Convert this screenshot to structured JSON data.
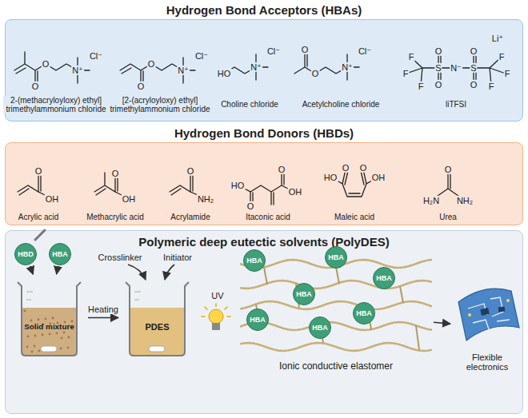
{
  "diagram": {
    "nodes": [
      {
        "text": [
          "Hydrogen Bond Acceptors (HBAs)"
        ]
      },
      {
        "text": [
          "Hydrogen Bond Donors (HBDs)"
        ]
      },
      {
        "text": [
          "Polymeric deep eutectic solvents (PolyDES)"
        ]
      },
      {
        "text": [
          "HBD"
        ],
        "in": 2
      },
      {
        "text": [
          "HBA"
        ],
        "in": 2
      },
      {
        "text": [
          "Solid mixture"
        ],
        "in": 2
      },
      {
        "text": [
          "PDES"
        ],
        "in": 2
      },
      {
        "text": [
          "Ionic conductive elastomer"
        ],
        "in": 2
      },
      {
        "text": [
          "HBA"
        ],
        "in": 7
      },
      {
        "text": [
          "HBA"
        ],
        "in": 7
      },
      {
        "text": [
          "HBA"
        ],
        "in": 7
      },
      {
        "text": [
          "HBA"
        ],
        "in": 7
      },
      {
        "text": [
          "HBA"
        ],
        "in": 7
      },
      {
        "text": [
          "HBA"
        ],
        "in": 7
      },
      {
        "text": [
          "HBA"
        ],
        "in": 7
      },
      {
        "text": [
          "Flexible electronics"
        ],
        "in": 2
      }
    ],
    "edges": [
      {
        "from": 3,
        "to": 5,
        "arrow": "to"
      },
      {
        "from": 4,
        "to": 5,
        "arrow": "to"
      },
      {
        "from": 5,
        "to": 6,
        "label": "Heating",
        "arrow": "to"
      },
      {
        "from": 7,
        "to": 15,
        "arrow": "to"
      }
    ],
    "labels": [
      "O",
      "O",
      "N⁺",
      "Cl⁻",
      "2-(methacryloyloxy) ethyl] trimethylammonium chloride",
      "O",
      "O",
      "N⁺",
      "Cl⁻",
      "[2-(acryloyloxy) ethyl] trimethylammonium chloride",
      "HO",
      "N⁺",
      "Cl⁻",
      "Choline chloride",
      "O",
      "O",
      "N⁺",
      "Cl⁻",
      "Acetylcholine chloride",
      "Li⁺",
      "O",
      "O",
      "O",
      "O",
      "S",
      "S",
      "N⁻",
      "F",
      "F",
      "F",
      "F",
      "F",
      "F",
      "liTFSI",
      "O",
      "OH",
      "Acrylic acid",
      "O",
      "OH",
      "Methacrylic acid",
      "O",
      "NH₂",
      "Acrylamide",
      "HO",
      "O",
      "O",
      "OH",
      "Itaconic acid",
      "HO",
      "O",
      "O",
      "OH",
      "Maleic acid",
      "O",
      "H₂N",
      "NH₂",
      "Urea",
      "Crosslinker",
      "Initiator",
      "UV"
    ]
  }
}
